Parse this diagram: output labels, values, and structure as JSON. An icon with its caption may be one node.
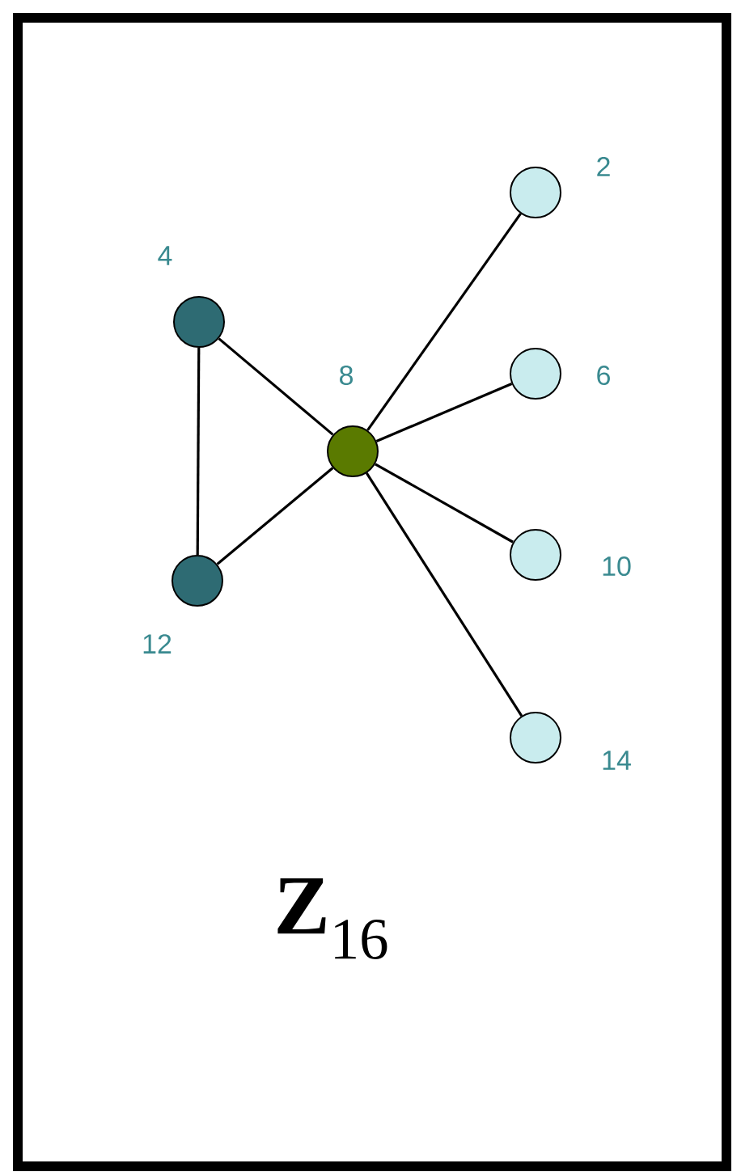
{
  "diagram": {
    "title": "**Z**$_{16}$",
    "nodes": [
      {
        "text": [],
        "shape": "circle",
        "beside": [
          "4"
        ]
      },
      {
        "text": [],
        "shape": "circle",
        "beside": [
          "12"
        ]
      },
      {
        "text": [],
        "shape": "circle",
        "beside": [
          "8"
        ]
      },
      {
        "text": [],
        "shape": "circle",
        "beside": [
          "2"
        ]
      },
      {
        "text": [],
        "shape": "circle",
        "beside": [
          "6"
        ]
      },
      {
        "text": [],
        "shape": "circle",
        "beside": [
          "10"
        ]
      },
      {
        "text": [],
        "shape": "circle",
        "beside": [
          "14"
        ]
      }
    ],
    "edges": [
      {
        "from": 0,
        "to": 1,
        "arrow": "none"
      },
      {
        "from": 0,
        "to": 2,
        "arrow": "none"
      },
      {
        "from": 1,
        "to": 2,
        "arrow": "none"
      },
      {
        "from": 2,
        "to": 3,
        "arrow": "none"
      },
      {
        "from": 2,
        "to": 4,
        "arrow": "none"
      },
      {
        "from": 2,
        "to": 5,
        "arrow": "none"
      },
      {
        "from": 2,
        "to": 6,
        "arrow": "none"
      }
    ]
  }
}
